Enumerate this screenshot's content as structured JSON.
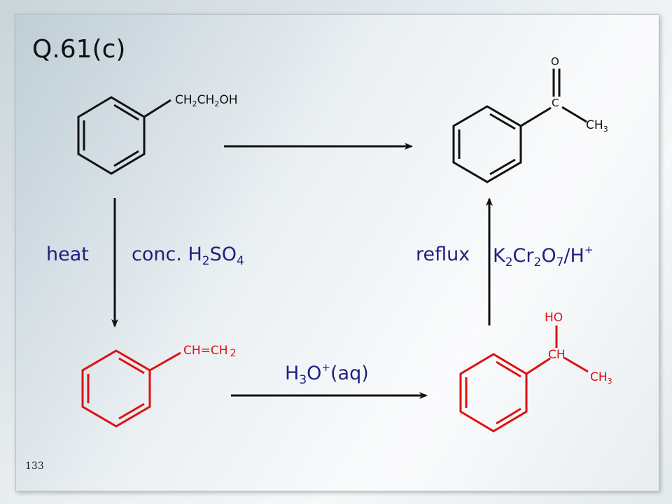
{
  "title": "Q.61(c)",
  "slide_number": "133",
  "reagents": {
    "left": {
      "heat": "heat",
      "conc": "conc. H",
      "h2": "2",
      "so": "SO",
      "s4": "4"
    },
    "right": {
      "reflux": "reflux",
      "k": "K",
      "k2": "2",
      "cr": "Cr",
      "cr2": "2",
      "o": "O",
      "o7": "7",
      "h": "/H",
      "plus": "+"
    },
    "bottom": {
      "h": "H",
      "h3": "3",
      "o": "O",
      "plus": "+",
      "aq": "(aq)"
    }
  },
  "molecules": {
    "top_left": {
      "a": "CH",
      "a2": "2",
      "b": "CH",
      "b2": "2",
      "c": "OH"
    },
    "top_right": {
      "o": "O",
      "c": "C",
      "ch": "CH",
      "ch3": "3"
    },
    "bottom_left": {
      "a": "CH=CH",
      "a2": "2"
    },
    "bottom_right": {
      "ho": "HO",
      "ch": "CH",
      "ch3a": "CH",
      "ch3b": "3"
    }
  },
  "colors": {
    "reagent": "#1f1f80",
    "alkene_alcohol": "#e01010",
    "structure": "#111111"
  }
}
